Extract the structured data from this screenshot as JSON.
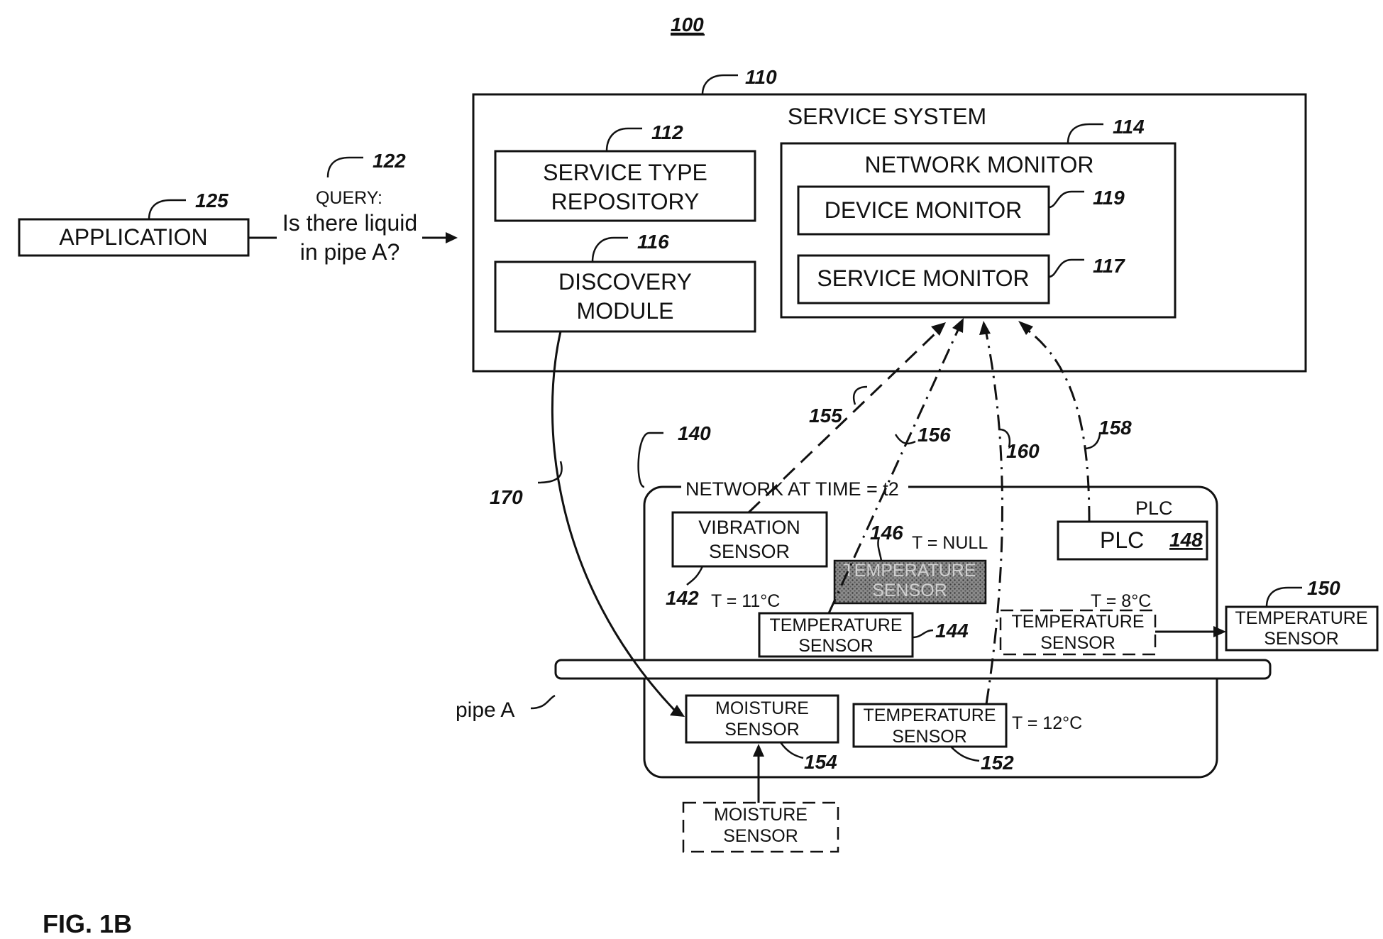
{
  "figure": {
    "number": "100",
    "caption": "FIG. 1B"
  },
  "application": {
    "label": "APPLICATION",
    "ref": "125"
  },
  "query": {
    "ref": "122",
    "line1": "QUERY:",
    "line2": "Is there liquid",
    "line3": "in pipe A?"
  },
  "service_system": {
    "title": "SERVICE SYSTEM",
    "ref": "110",
    "repository": {
      "line1": "SERVICE TYPE",
      "line2": "REPOSITORY",
      "ref": "112"
    },
    "discovery": {
      "line1": "DISCOVERY",
      "line2": "MODULE",
      "ref": "116"
    },
    "network_monitor": {
      "title": "NETWORK MONITOR",
      "ref": "114",
      "device_monitor": {
        "label": "DEVICE MONITOR",
        "ref": "119"
      },
      "service_monitor": {
        "label": "SERVICE MONITOR",
        "ref": "117"
      }
    }
  },
  "network": {
    "title": "NETWORK AT TIME = t2",
    "ref": "140",
    "plc_label": "PLC",
    "plc": {
      "label": "PLC",
      "ref": "148"
    },
    "vibration": {
      "line1": "VIBRATION",
      "line2": "SENSOR",
      "ref": "142"
    },
    "temp_146": {
      "line1": "TEMPERATURE",
      "line2": "SENSOR",
      "ref": "146",
      "reading": "T = NULL"
    },
    "temp_144": {
      "line1": "TEMPERATURE",
      "line2": "SENSOR",
      "ref": "144",
      "reading": "T = 11°C"
    },
    "temp_dashed": {
      "line1": "TEMPERATURE",
      "line2": "SENSOR",
      "reading": "T = 8°C"
    },
    "temp_152": {
      "line1": "TEMPERATURE",
      "line2": "SENSOR",
      "ref": "152",
      "reading": "T = 12°C"
    },
    "moisture_154": {
      "line1": "MOISTURE",
      "line2": "SENSOR",
      "ref": "154"
    },
    "pipe_label": "pipe A"
  },
  "external": {
    "temp_150": {
      "line1": "TEMPERATURE",
      "line2": "SENSOR",
      "ref": "150"
    },
    "moisture_new": {
      "line1": "MOISTURE",
      "line2": "SENSOR"
    }
  },
  "links": {
    "l155": "155",
    "l156": "156",
    "l160": "160",
    "l158": "158",
    "l170": "170"
  }
}
